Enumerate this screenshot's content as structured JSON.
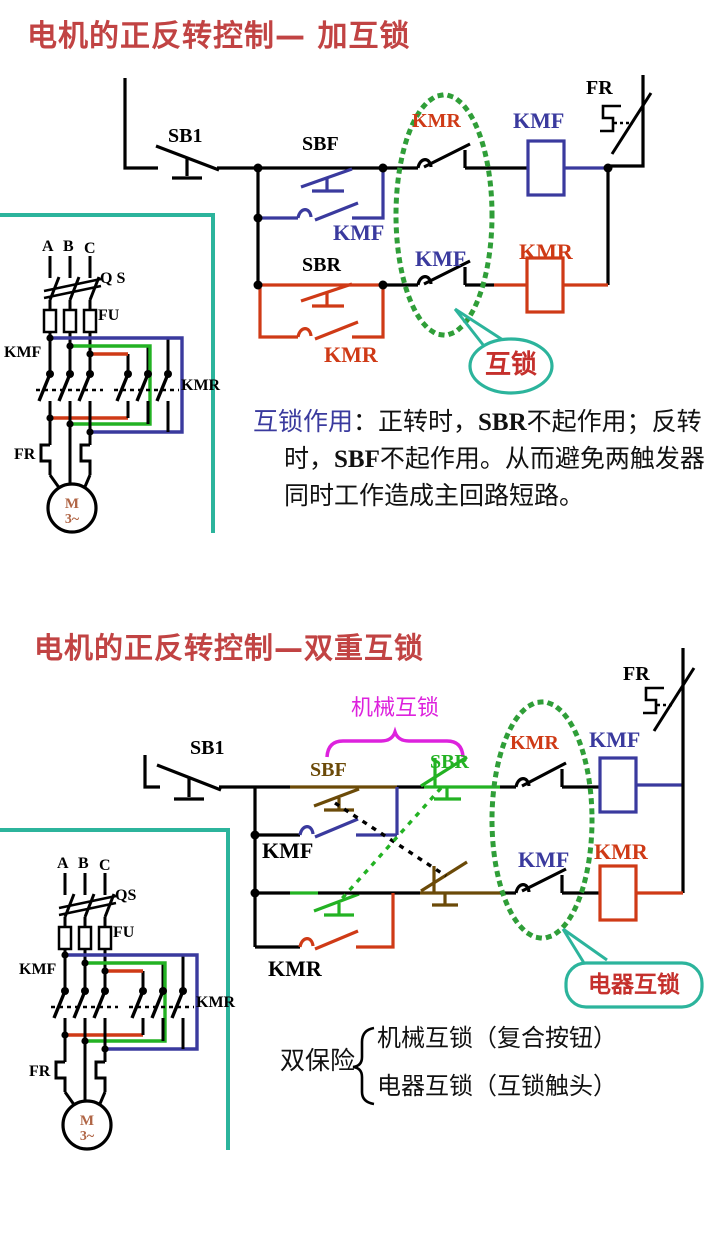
{
  "colors": {
    "title_red": "#c14343",
    "callout_red": "#c5302c",
    "blue": "#3a3a9e",
    "orange_red": "#cf3a16",
    "green_bright": "#23b223",
    "green_dotted": "#2f9e38",
    "brown": "#6b4a08",
    "magenta": "#dd22dd",
    "teal": "#2cb49c",
    "note_blue": "#3a3aa8"
  },
  "slide1": {
    "title": "电机的正反转控制— 加互锁",
    "control": {
      "sb1": "SB1",
      "sbf": "SBF",
      "kmf_latch": "KMF",
      "sbr": "SBR",
      "kmr_latch": "KMR",
      "kmr_interlock": "KMR",
      "kmf_coil": "KMF",
      "kmf_interlock": "KMF",
      "kmr_coil": "KMR",
      "fr": "FR",
      "callout": "互锁"
    },
    "power": {
      "a": "A",
      "b": "B",
      "c": "C",
      "qs": "Q S",
      "fu": "FU",
      "kmf": "KMF",
      "kmr": "KMR",
      "fr": "FR",
      "motor": "M",
      "motor_sub": "3~"
    },
    "note": {
      "lead": "互锁作用",
      "l1a": "：正转时，",
      "l1b": "SBR",
      "l1c": "不起作用；反转",
      "l2a": "时，",
      "l2b": "SBF",
      "l2c": "不起作用。从而避免两触发器",
      "l3": "同时工作造成主回路短路。"
    }
  },
  "slide2": {
    "title": "电机的正反转控制—双重互锁",
    "mech_label": "机械互锁",
    "control": {
      "sb1": "SB1",
      "sbf": "SBF",
      "sbr": "SBR",
      "kmf_latch": "KMF",
      "kmr_latch": "KMR",
      "kmr_interlock": "KMR",
      "kmf_coil": "KMF",
      "kmf_interlock": "KMF",
      "kmr_coil": "KMR",
      "fr": "FR",
      "callout": "电器互锁"
    },
    "power": {
      "a": "A",
      "b": "B",
      "c": "C",
      "qs": "QS",
      "fu": "FU",
      "kmf": "KMF",
      "kmr": "KMR",
      "fr": "FR",
      "motor": "M",
      "motor_sub": "3~"
    },
    "summary": {
      "head": "双保险",
      "item1": "机械互锁（复合按钮）",
      "item2": "电器互锁（互锁触头）"
    }
  }
}
